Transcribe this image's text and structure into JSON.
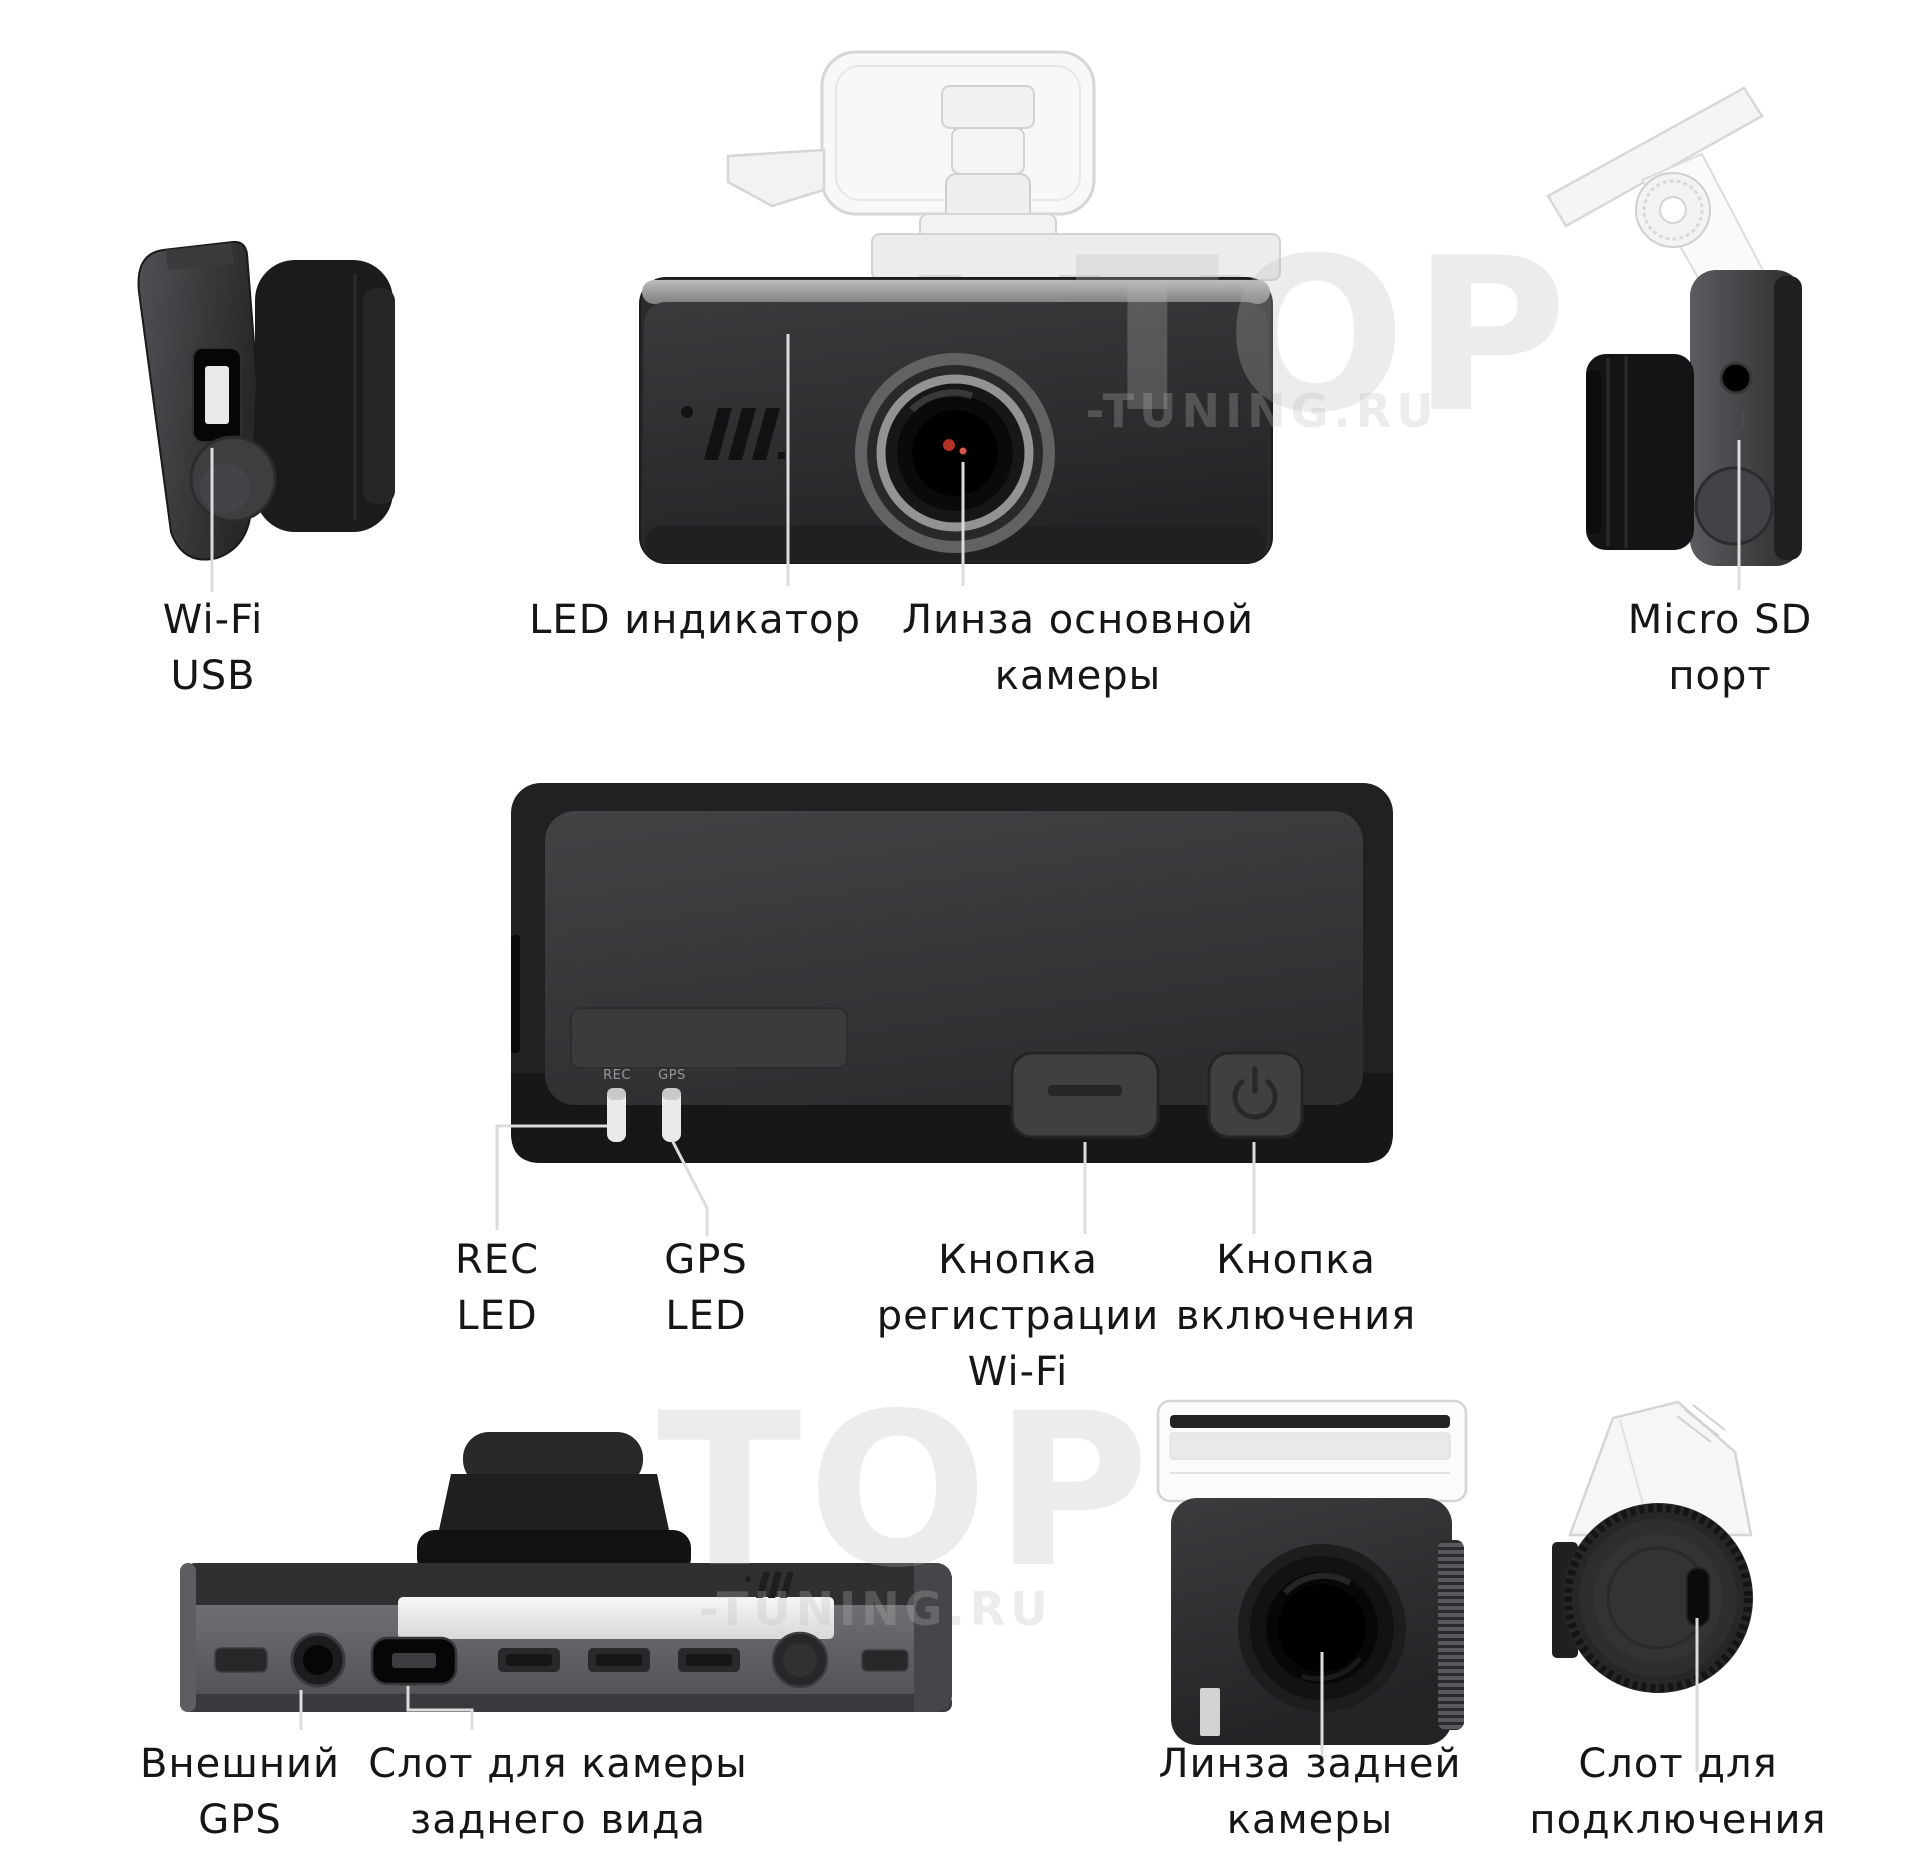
{
  "watermark": {
    "brand": "TOP",
    "suffix": "-TUNING.RU"
  },
  "top_row": {
    "wifi_usb": {
      "line1": "Wi-Fi",
      "line2": "USB"
    },
    "led_indicator": "LED индикатор",
    "main_lens": {
      "line1": "Линза основной",
      "line2": "камеры"
    },
    "micro_sd": "Micro SD порт"
  },
  "middle_row": {
    "rec_led": {
      "line1": "REC",
      "line2": "LED"
    },
    "gps_led": {
      "line1": "GPS",
      "line2": "LED"
    },
    "wifi_reg_button": {
      "line1": "Кнопка",
      "line2": "регистрации",
      "line3": "Wi-Fi"
    },
    "power_button": {
      "line1": "Кнопка",
      "line2": "включения"
    }
  },
  "bottom_row": {
    "external_gps": {
      "line1": "Внешний",
      "line2": "GPS"
    },
    "rear_camera_slot": {
      "line1": "Слот для камеры",
      "line2": "заднего вида"
    },
    "rear_lens": {
      "line1": "Линза задней",
      "line2": "камеры"
    },
    "connection_slot": {
      "line1": "Слот для",
      "line2": "подключения"
    }
  },
  "device_markings": {
    "rec_label": "REC",
    "gps_label": "GPS"
  },
  "colors": {
    "background": "#ffffff",
    "label_text": "#161616",
    "leader_line": "#dcdcdc",
    "device_dark": "#242427",
    "device_silver": "#b5b5b7",
    "led_white": "#eaeae8",
    "accent_red": "#b33227"
  }
}
